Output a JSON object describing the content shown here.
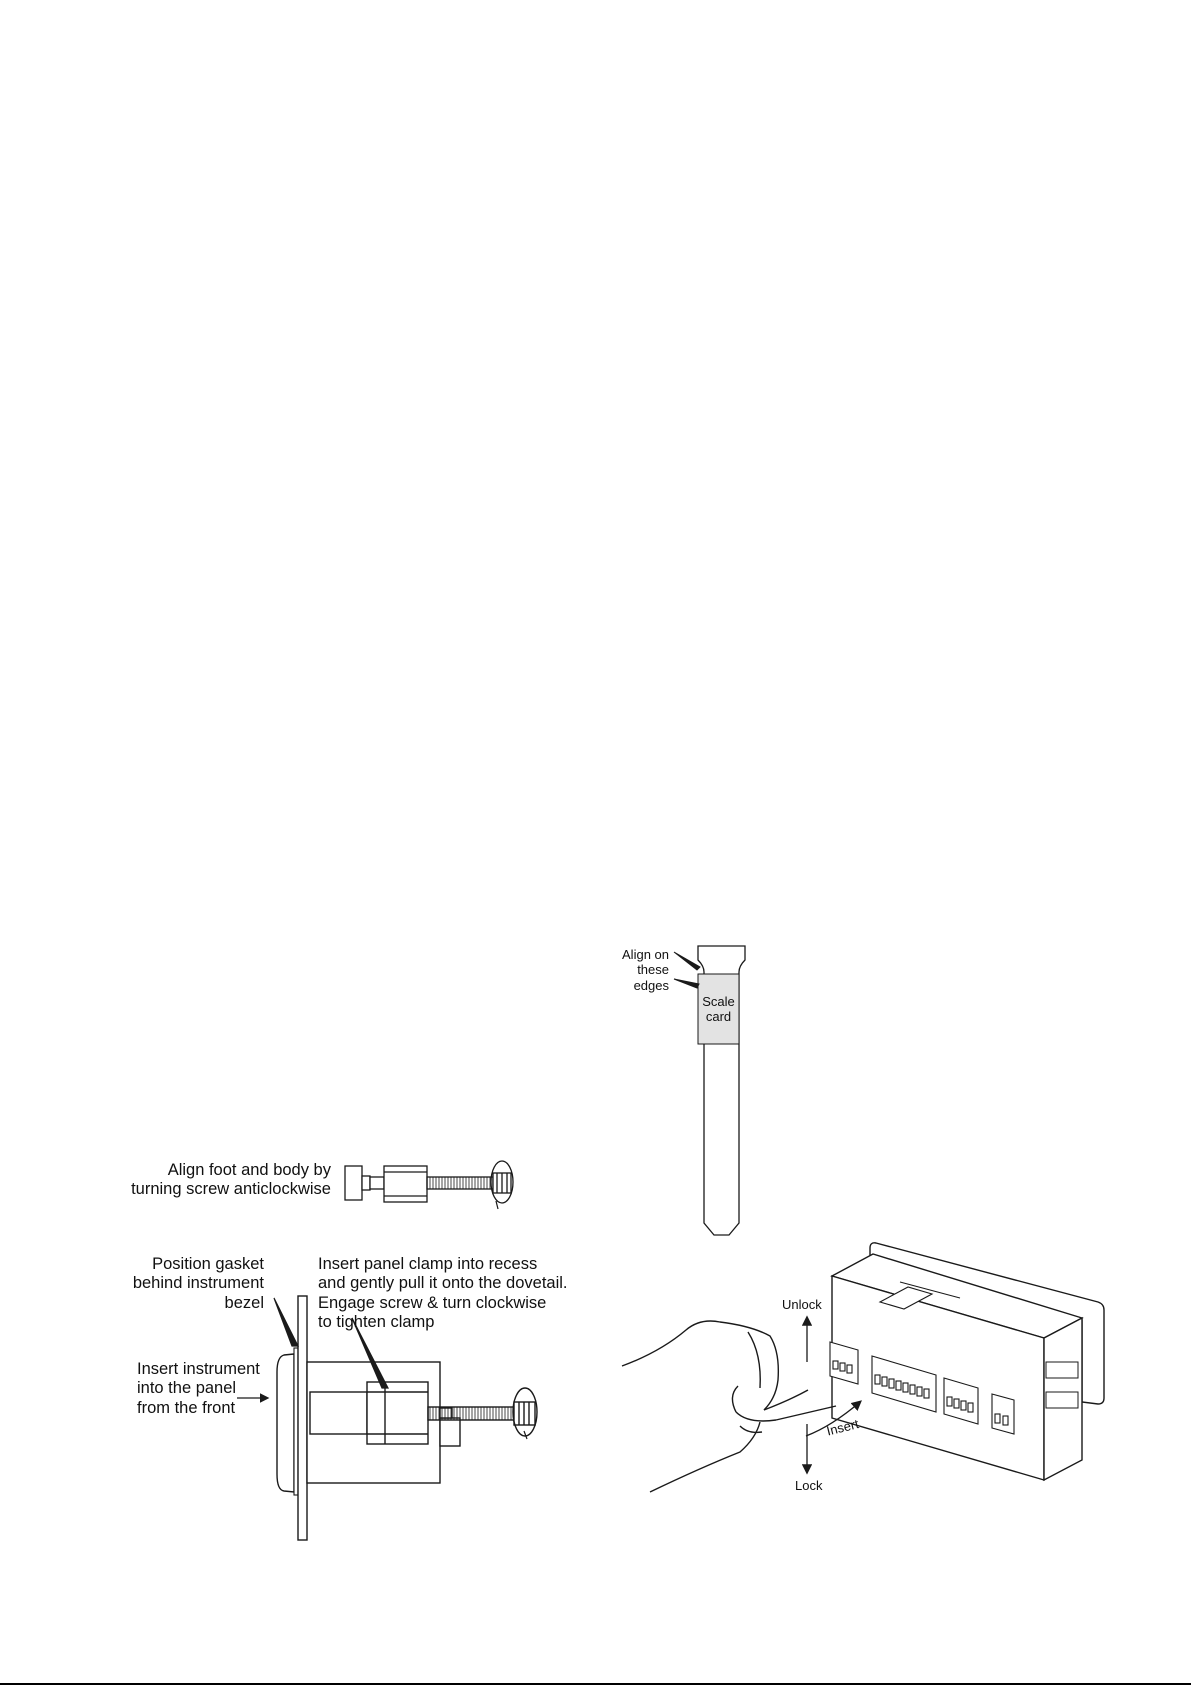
{
  "clamp_section": {
    "align_caption": [
      "Align foot and body by",
      "turning screw anticlockwise"
    ],
    "gasket_caption": [
      "Position gasket",
      "behind instrument",
      "bezel"
    ],
    "insert_clamp_caption": [
      "Insert panel clamp into recess",
      "and gently pull it onto the dovetail.",
      "Engage screw & turn clockwise",
      "to tighten clamp"
    ],
    "insert_instrument_caption": [
      "Insert instrument",
      "into the panel",
      "from the front"
    ]
  },
  "scale_card_section": {
    "align_caption": [
      "Align on",
      "these",
      "edges"
    ],
    "card_label": [
      "Scale",
      "card"
    ]
  },
  "connector_section": {
    "unlock_label": "Unlock",
    "lock_label": "Lock",
    "insert_label": "Insert"
  },
  "colors": {
    "line": "#1a1a1a",
    "card_fill": "#e3e3e3",
    "background": "#ffffff"
  }
}
